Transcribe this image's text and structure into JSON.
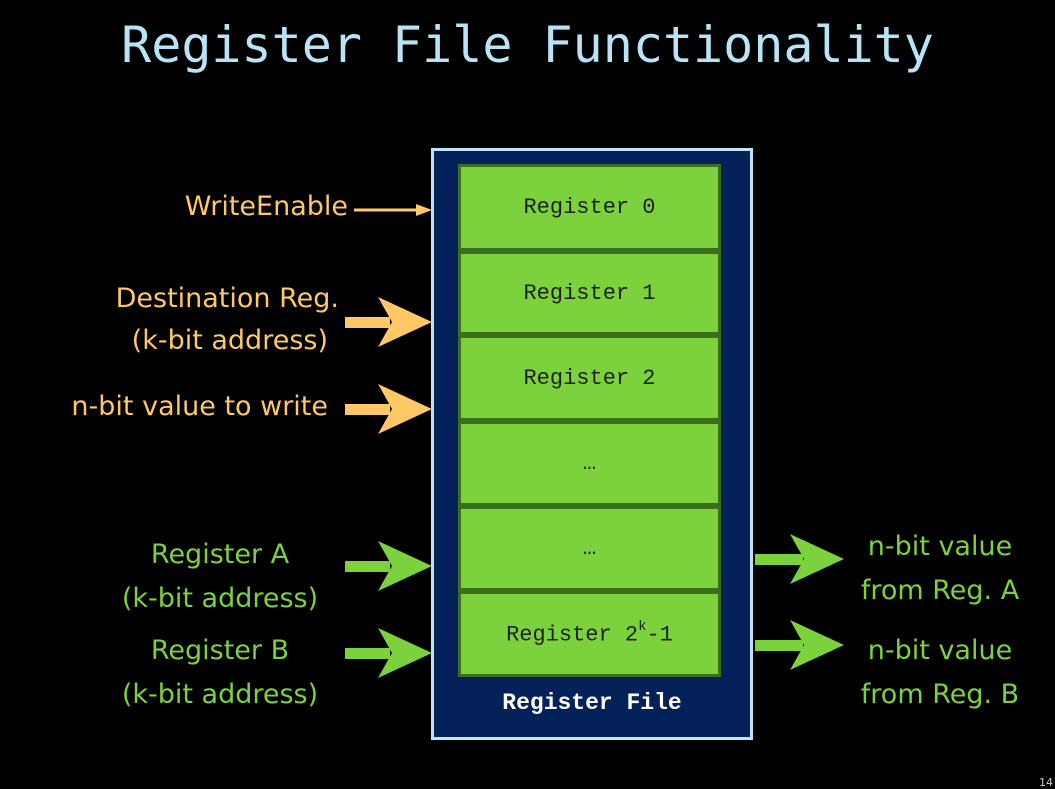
{
  "title": "Register File Functionality",
  "registers": [
    {
      "text": "Register 0"
    },
    {
      "text": "Register 1"
    },
    {
      "text": "Register 2"
    },
    {
      "text": "…"
    },
    {
      "text": "…"
    },
    {
      "text": "Register 2",
      "sup": "k",
      "suffix": "-1"
    }
  ],
  "box_label": "Register File",
  "inputs": {
    "write_enable": "WriteEnable",
    "dest_reg_line1": "Destination Reg.",
    "dest_reg_line2": "(k-bit address)",
    "value_to_write": "n-bit value to write",
    "reg_a_line1": "Register A",
    "reg_a_line2": "(k-bit address)",
    "reg_b_line1": "Register B",
    "reg_b_line2": "(k-bit address)"
  },
  "outputs": {
    "out_a_line1": "n-bit value",
    "out_a_line2": "from Reg. A",
    "out_b_line1": "n-bit value",
    "out_b_line2": "from Reg. B"
  },
  "page_number": "14",
  "colors": {
    "title": "#b8e4f7",
    "orange": "#ffc766",
    "green": "#7cd23c",
    "box": "#05215a",
    "box_border": "#bfe4f5"
  }
}
